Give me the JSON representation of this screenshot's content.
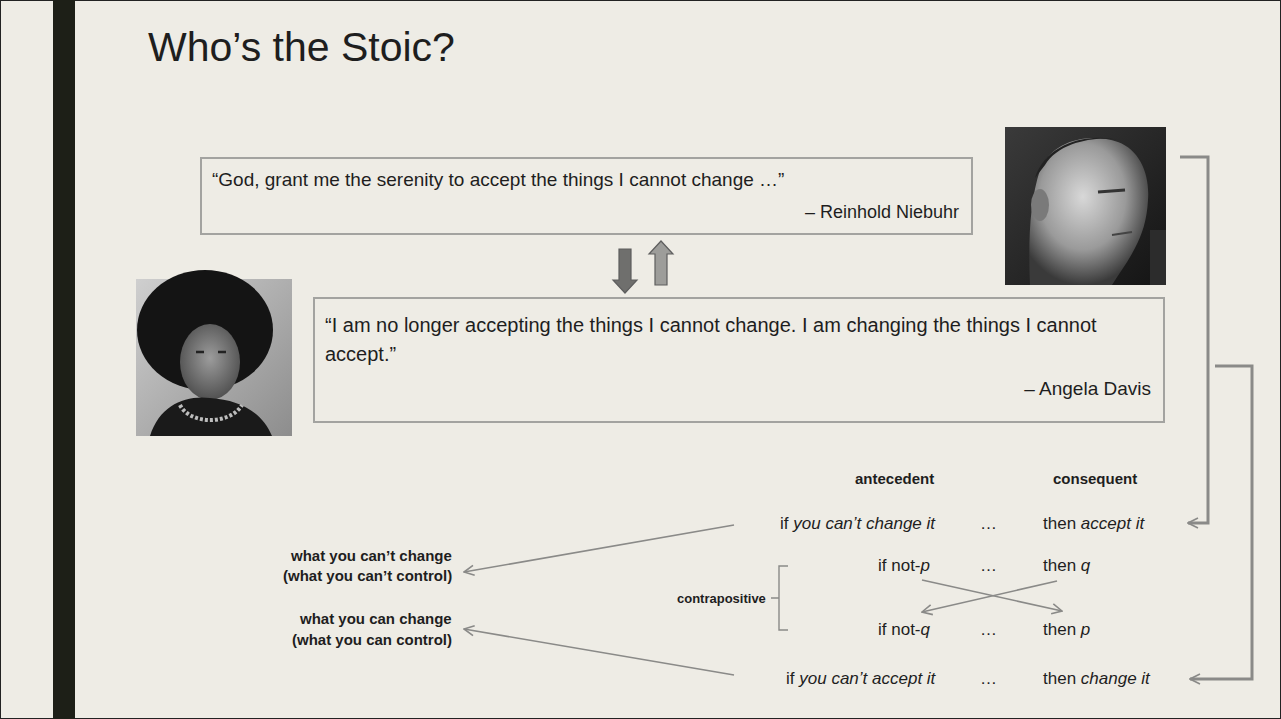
{
  "diagram": {
    "title": "Who’s the Stoic?",
    "nodes": [
      {
        "text": [
          "“God, grant me the serenity to accept the things I cannot change …”",
          "– Reinhold Niebuhr"
        ]
      },
      {
        "text": [
          "“I am no longer accepting the things I cannot change. I am changing the things I cannot accept.”",
          "– Angela Davis"
        ]
      }
    ],
    "edges": [
      {
        "from": 0,
        "to": 1,
        "arrow": "both"
      }
    ],
    "labels": [
      "antecedent",
      "consequent",
      "if",
      "you can’t change it",
      "…",
      "then",
      "accept it",
      "what you can’t change",
      "(what you can’t control)",
      "if not-",
      "p",
      "…",
      "then",
      "q",
      "contrapositive",
      "what you can change",
      "(what you can control)",
      "if not-",
      "q",
      "…",
      "then",
      "p",
      "if",
      "you can’t accept it",
      "…",
      "then",
      "change it"
    ]
  }
}
